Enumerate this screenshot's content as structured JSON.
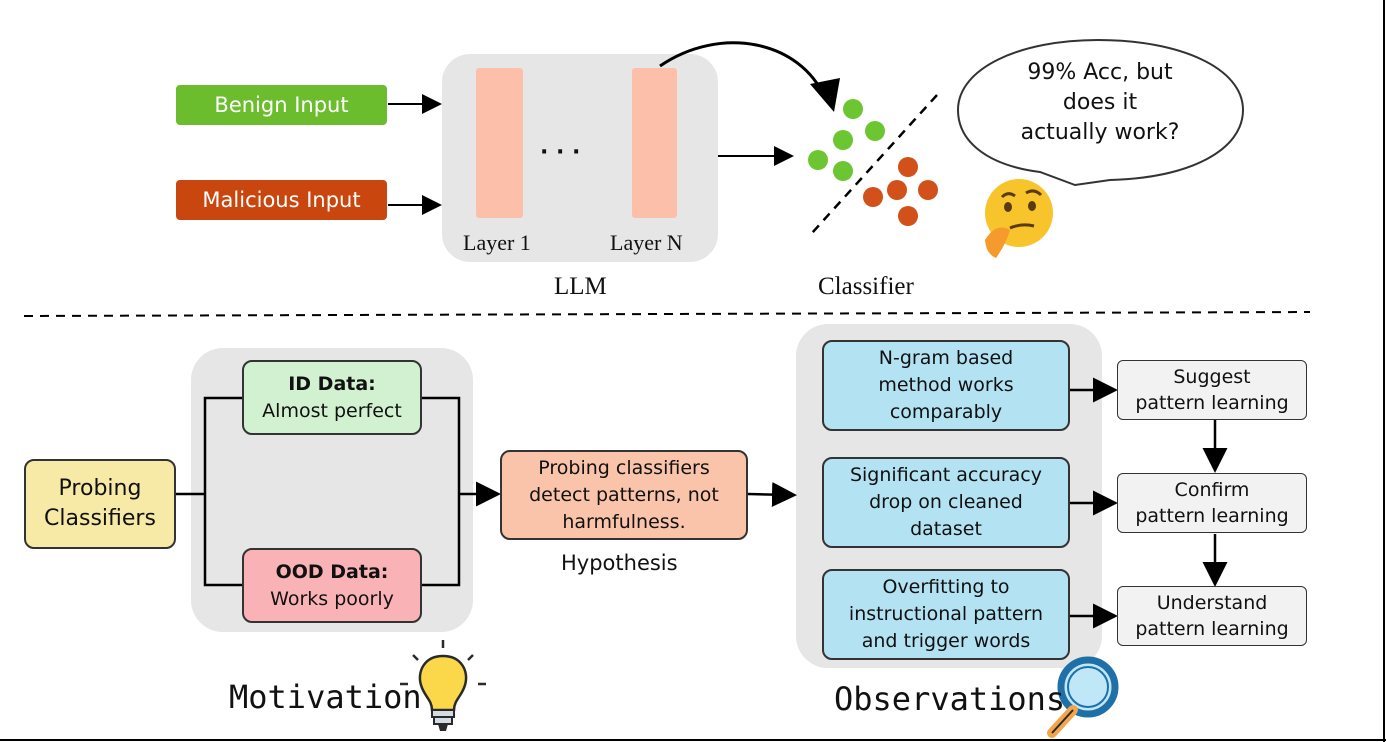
{
  "top": {
    "benign_label": "Benign Input",
    "malicious_label": "Malicious Input",
    "layer_first": "Layer 1",
    "layer_dots": "· · ·",
    "layer_last": "Layer N",
    "llm_label": "LLM",
    "classifier_label": "Classifier",
    "bubble_lines": [
      "99% Acc, but",
      "does it",
      "actually work?"
    ],
    "thinking_icon": "thinking-face-emoji"
  },
  "motivation": {
    "probing_lines": [
      "Probing",
      "Classifiers"
    ],
    "id_title": "ID Data:",
    "id_desc": "Almost perfect",
    "ood_title": "OOD Data:",
    "ood_desc": "Works poorly",
    "title": "Motivation",
    "icon": "lightbulb-icon"
  },
  "hypothesis": {
    "lines": [
      "Probing classifiers",
      "detect patterns, not",
      "harmfulness."
    ],
    "label": "Hypothesis"
  },
  "observations": {
    "items": [
      {
        "lines": [
          "N-gram based",
          "method works",
          "comparably"
        ],
        "result": [
          "Suggest",
          "pattern learning"
        ]
      },
      {
        "lines": [
          "Significant accuracy",
          "drop on cleaned",
          "dataset"
        ],
        "result": [
          "Confirm",
          "pattern learning"
        ]
      },
      {
        "lines": [
          "Overfitting to",
          "instructional pattern",
          "and trigger words"
        ],
        "result": [
          "Understand",
          "pattern learning"
        ]
      }
    ],
    "title": "Observations",
    "icon": "magnifier-icon"
  },
  "colors": {
    "benign": "#6cbd2e",
    "malicious": "#c9470f",
    "layer": "#fcc0aa",
    "panel": "#e6e6e6",
    "probing": "#f7eaa6",
    "id": "#d2f1d0",
    "ood": "#f9b3b6",
    "hypothesis": "#f9c4a9",
    "observation": "#b3e2f3",
    "result": "#f2f2f2",
    "green_dot": "#6cc631",
    "red_dot": "#d2501a"
  }
}
